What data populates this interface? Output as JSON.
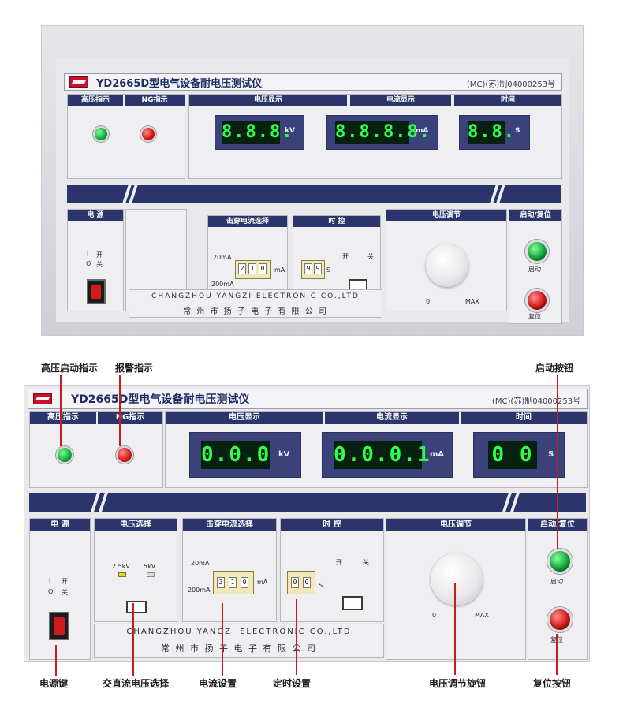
{
  "top_device": {
    "model_title": "YD2665D型电气设备耐电压测试仪",
    "mc_text": "(MC)(苏)制04000253号",
    "sections": {
      "hv_indicator": "高压指示",
      "ng_indicator": "NG指示",
      "voltage_display": "电压显示",
      "current_display": "电流显示",
      "time": "时间",
      "power": "电 源",
      "breakdown_current": "击穿电流选择",
      "timer": "时 控",
      "voltage_adjust": "电压调节",
      "start_reset": "启动/复位"
    },
    "displays": {
      "voltage_value": "8.8.8.",
      "voltage_unit": "kV",
      "current_value": "8.8.8.8.",
      "current_unit": "mA",
      "time_value": "8.8.",
      "time_unit": "S"
    },
    "switch_labels": {
      "on_mark": "I",
      "on_label": "开",
      "off_mark": "O",
      "off_label": "关",
      "current_20ma": "20mA",
      "current_200ma": "200mA",
      "current_unit": "mA",
      "thumb_digits": [
        "2",
        "1",
        "0"
      ],
      "timer_digits": [
        "9",
        "9"
      ],
      "timer_unit": "S",
      "timer_on": "开",
      "timer_off": "关",
      "knob_min": "0",
      "knob_max": "MAX",
      "start_label": "启动",
      "reset_label": "复位"
    },
    "company_en": "CHANGZHOU YANGZI ELECTRONIC CO.,LTD",
    "company_cn": "常 州 市 扬 子 电 子 有 限 公 司"
  },
  "bottom_device": {
    "model_title": "YD2665D型电气设备耐电压测试仪",
    "mc_text": "(MC)(苏)制04000253号",
    "sections": {
      "hv_indicator": "高压指示",
      "ng_indicator": "NG指示",
      "voltage_display": "电压显示",
      "current_display": "电流显示",
      "time": "时间",
      "power": "电 源",
      "voltage_select": "电压选择",
      "breakdown_current": "击穿电流选择",
      "timer": "时 控",
      "voltage_adjust": "电压调节",
      "start_reset": "启动/复位"
    },
    "displays": {
      "voltage_value": "0.0.0",
      "voltage_unit": "kV",
      "current_value": "0.0.0.1",
      "current_unit": "mA",
      "time_value": "0 0",
      "time_unit": "S"
    },
    "switch_labels": {
      "on_mark": "I",
      "on_label": "开",
      "off_mark": "O",
      "off_label": "关",
      "v_25": "2.5kV",
      "v_5": "5kV",
      "current_20ma": "20mA",
      "current_200ma": "200mA",
      "current_unit": "mA",
      "thumb_digits": [
        "3",
        "1",
        "0"
      ],
      "timer_digits": [
        "0",
        "0"
      ],
      "timer_unit": "S",
      "timer_on": "开",
      "timer_off": "关",
      "knob_min": "0",
      "knob_max": "MAX",
      "start_label": "启动",
      "reset_label": "复位"
    },
    "company_en": "CHANGZHOU YANGZI ELECTRONIC CO.,LTD",
    "company_cn": "常 州 市 扬 子 电 子 有 限 公 司"
  },
  "annotations": {
    "hv_start_indicator": "高压启动指示",
    "alarm_indicator": "报警指示",
    "start_button": "启动按钮",
    "power_key": "电源键",
    "ac_dc_select": "交直流电压选择",
    "current_set": "电流设置",
    "timer_set": "定时设置",
    "voltage_knob": "电压调节旋钮",
    "reset_button": "复位按钮"
  },
  "colors": {
    "navy": "#2b356b",
    "display_blue": "#3b4279",
    "led_green": "#2dff4a",
    "indicator_red": "#d11515",
    "indicator_green": "#11a63a",
    "callout_red": "#c91d1d"
  }
}
